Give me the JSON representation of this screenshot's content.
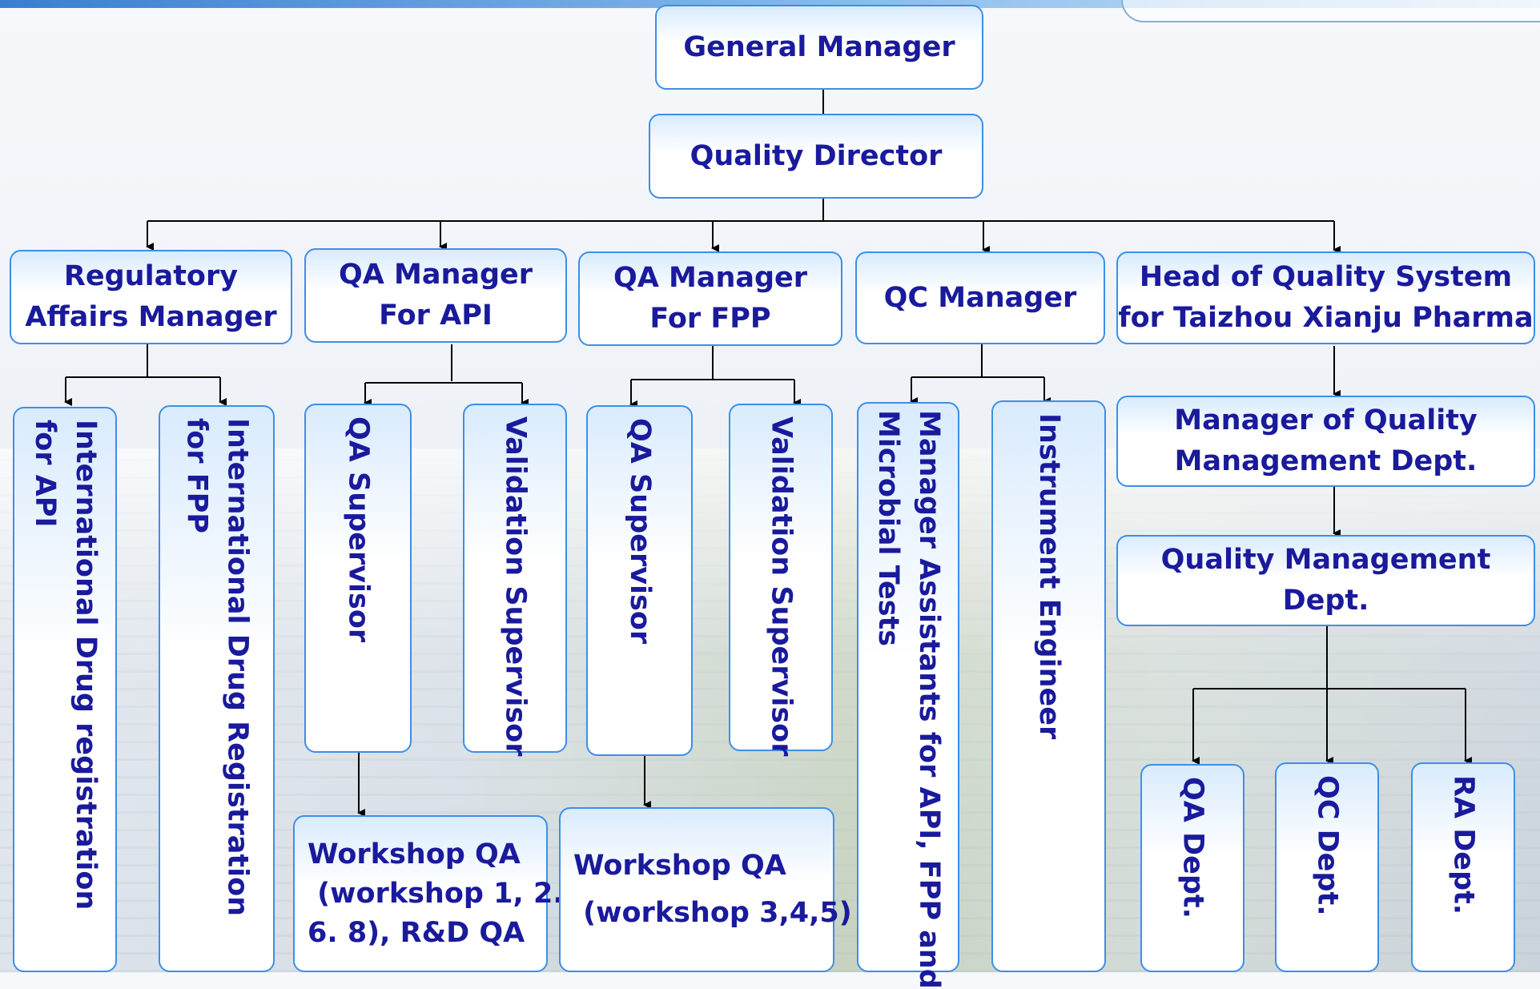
{
  "colors": {
    "box_border": "#3d8fe8",
    "text": "#1a1a9c",
    "line": "#000000"
  },
  "top": {
    "general_manager": "General Manager",
    "quality_director": "Quality Director"
  },
  "level2": {
    "regulatory_affairs": "Regulatory\nAffairs Manager",
    "qa_api": "QA Manager\nFor API",
    "qa_fpp": "QA Manager\nFor FPP",
    "qc_manager": "QC Manager",
    "head_quality_system": "Head of Quality System\nfor Taizhou Xianju Pharma"
  },
  "level3": {
    "intl_drug_api": "International Drug registration\nfor API",
    "intl_drug_fpp": "International Drug Registration\nfor FPP",
    "qa_supervisor_api": "QA Supervisor",
    "validation_supervisor_api": "Validation Supervisor",
    "qa_supervisor_fpp": "QA Supervisor",
    "validation_supervisor_fpp": "Validation Supervisor",
    "manager_assistants": "Manager Assistants for API, FPP and\nMicrobial Tests",
    "instrument_engineer": "Instrument Engineer",
    "manager_qm_dept": "Manager of Quality\nManagement Dept.",
    "qm_dept": "Quality Management\nDept."
  },
  "level4": {
    "workshop_qa_api": "Workshop QA\n (workshop 1, 2.\n6. 8), R&D QA",
    "workshop_qa_fpp": "Workshop QA\n (workshop 3,4,5)",
    "qa_dept": "QA Dept.",
    "qc_dept": "QC Dept.",
    "ra_dept": "RA Dept."
  }
}
